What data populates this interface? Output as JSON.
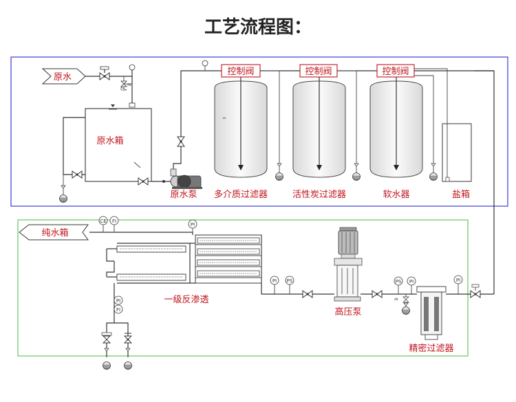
{
  "title": "工艺流程图：",
  "labels": {
    "raw_water": "原水",
    "raw_water_tank": "原水箱",
    "raw_water_pump": "原水泵",
    "multi_media_filter": "多介质过滤器",
    "activated_carbon_filter": "活性炭过滤器",
    "water_softener": "软水器",
    "salt_tank": "盐箱",
    "pure_water_tank": "纯水箱",
    "first_stage_ro": "一级反渗透",
    "high_pressure_pump": "高压泵",
    "precision_filter": "精密过滤器"
  },
  "control_valves": [
    "控制阀",
    "控制阀",
    "控制阀"
  ],
  "instruments": {
    "pi": "PI",
    "ps": "PS",
    "fi": "FI",
    "ce": "CE"
  },
  "colors": {
    "pretreatment_frame": "#4a4ad8",
    "ro_frame": "#6dcc6d",
    "label_red": "#c0141c",
    "line": "#333333"
  }
}
